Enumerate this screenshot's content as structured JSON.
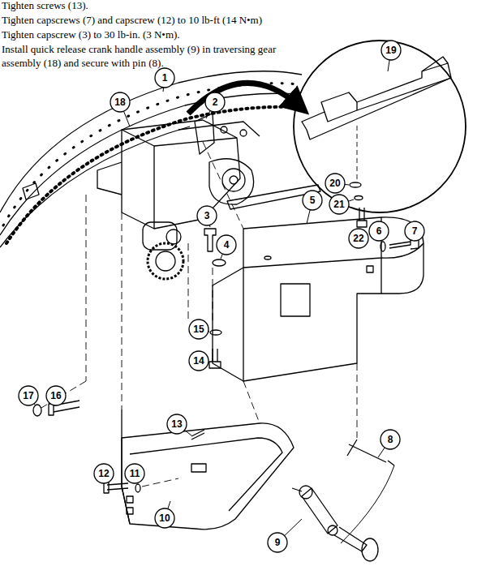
{
  "diagram": {
    "labels": [
      "Tighten screws (13).",
      "Tighten capscrews (7) and capscrew (12) to 10 lb-ft (14 N•m)",
      "Tighten capscrew (3) to 30 lb-in. (3 N•m).",
      "Install quick release crank handle assembly (9) in traversing gear assembly (18) and secure with pin (8).",
      "1",
      "2",
      "3",
      "4",
      "5",
      "6",
      "7",
      "8",
      "9",
      "10",
      "11",
      "12",
      "13",
      "14",
      "15",
      "16",
      "17",
      "18",
      "19",
      "20",
      "21",
      "22"
    ]
  }
}
